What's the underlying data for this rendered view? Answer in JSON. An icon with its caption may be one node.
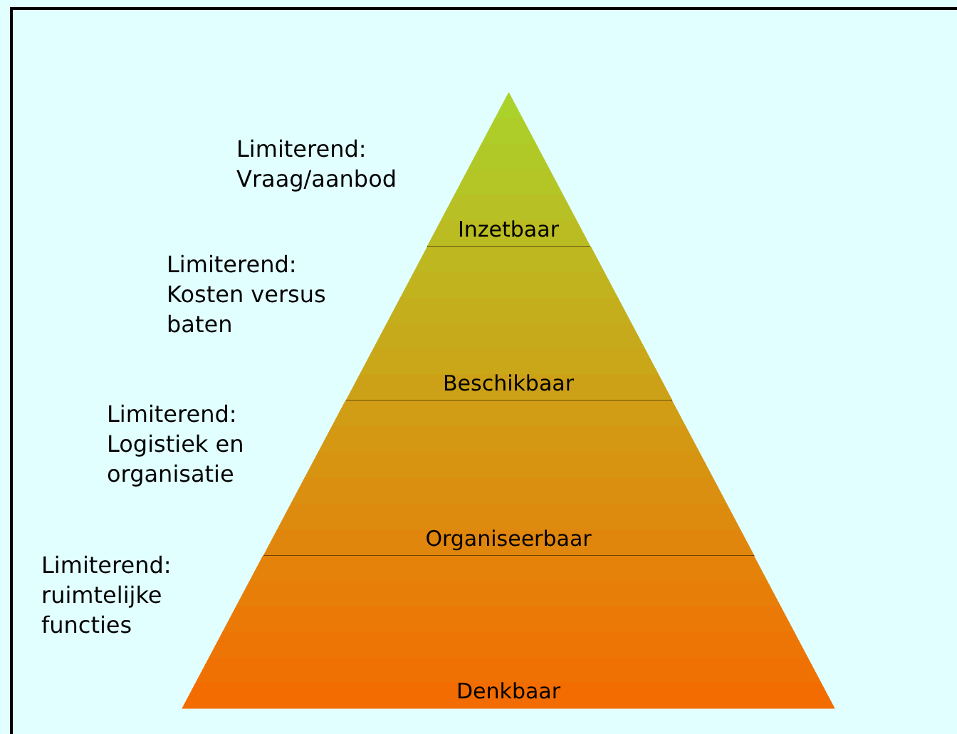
{
  "diagram": {
    "nodes": [
      {
        "text": [
          "Inzetbaar"
        ]
      },
      {
        "text": [
          "Beschikbaar"
        ]
      },
      {
        "text": [
          "Organiseerbaar"
        ]
      },
      {
        "text": [
          "Denkbaar"
        ]
      }
    ],
    "labels": [
      "Limiterend: Vraag/aanbod",
      "Limiterend: Kosten versus baten",
      "Limiterend: Logistiek en organisatie",
      "Limiterend: ruimtelijke functies"
    ]
  }
}
